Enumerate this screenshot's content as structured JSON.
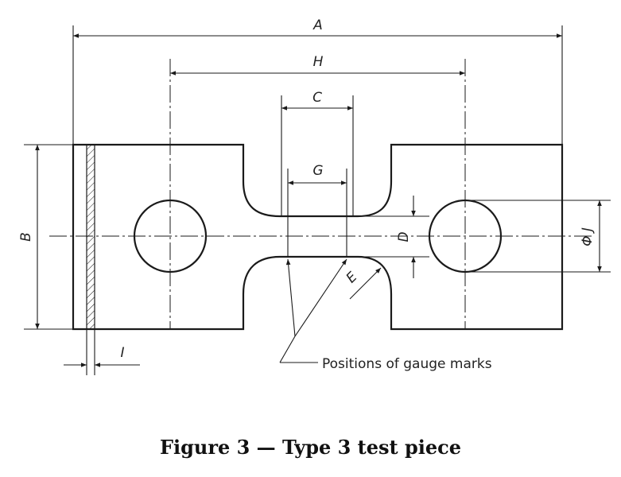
{
  "figure": {
    "caption": "Figure 3 — Type 3 test piece"
  },
  "dimensions": {
    "A": "A",
    "H": "H",
    "C": "C",
    "G": "G",
    "B": "B",
    "D": "D",
    "E": "E",
    "J": "Φ J",
    "I": "I"
  },
  "annotations": {
    "gauge_marks": "Positions of gauge marks"
  }
}
